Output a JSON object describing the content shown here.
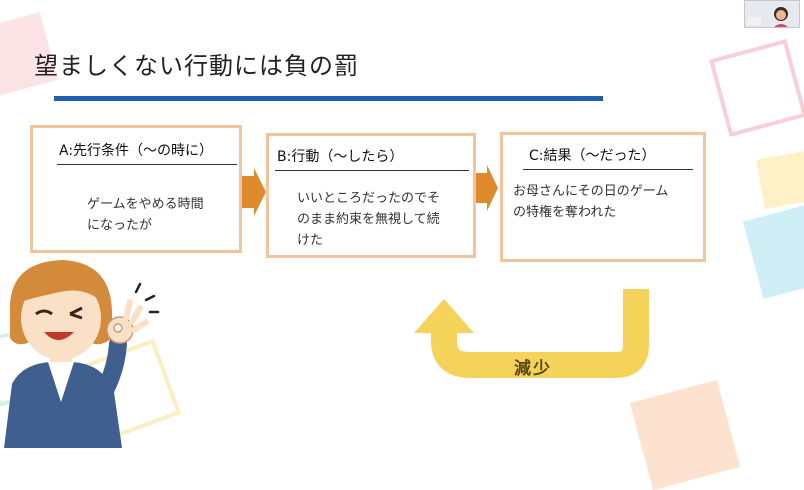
{
  "slide": {
    "title": "望ましくない行動には負の罰"
  },
  "cards": [
    {
      "header": "A:先行条件（〜の時に）",
      "body": "ゲームをやめる時間\nになったが"
    },
    {
      "header": "B:行動（〜したら）",
      "body": "いいところだったのでそ\nのまま約束を無視して続\nけた"
    },
    {
      "header": "C:結果（〜だった）",
      "body": "お母さんにその日のゲーム\nの特権を奪われた"
    }
  ],
  "loop": {
    "label": "減少",
    "color": "#f5d35a"
  },
  "colors": {
    "card_border": "#f2c49c",
    "arrow": "#e08a2e",
    "title_rule": "#1f5fae"
  },
  "icons": {
    "character": "woman-ok-gesture-illustration",
    "webcam": "participant-video-thumbnail"
  }
}
